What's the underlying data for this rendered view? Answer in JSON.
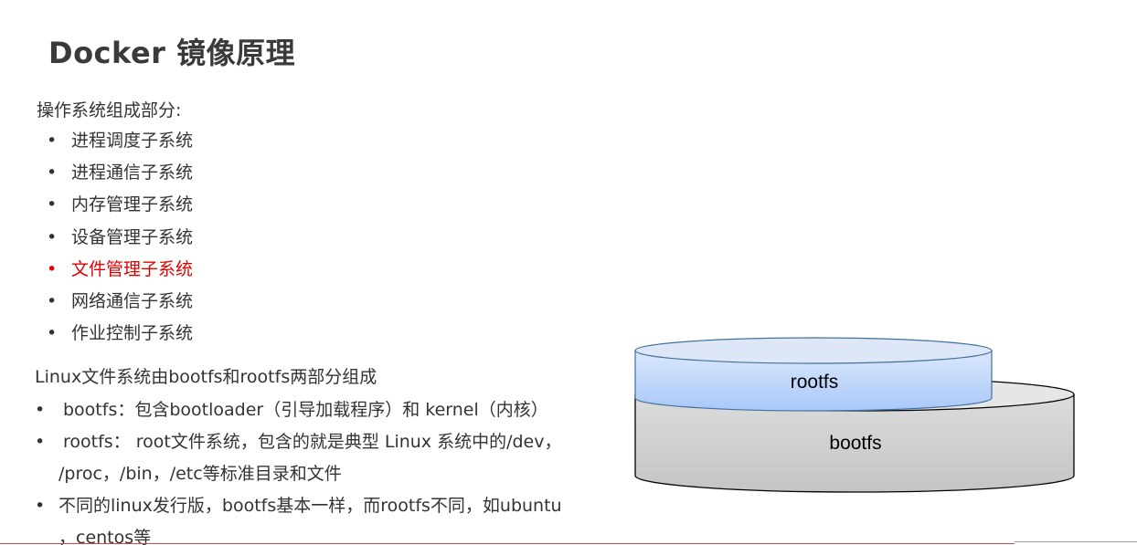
{
  "title": "Docker 镜像原理",
  "intro": "操作系统组成部分:",
  "bullet_glyph": "•",
  "subsystems": [
    {
      "label": "进程调度子系统",
      "highlighted": false
    },
    {
      "label": "进程通信子系统",
      "highlighted": false
    },
    {
      "label": "内存管理子系统",
      "highlighted": false
    },
    {
      "label": "设备管理子系统",
      "highlighted": false
    },
    {
      "label": "文件管理子系统",
      "highlighted": true
    },
    {
      "label": "网络通信子系统",
      "highlighted": false
    },
    {
      "label": "作业控制子系统",
      "highlighted": false
    }
  ],
  "fs_heading": "Linux文件系统由bootfs和rootfs两部分组成",
  "fs_points": [
    {
      "line1": "bootfs：包含bootloader（引导加载程序）和 kernel（内核）",
      "line2": ""
    },
    {
      "line1": "rootfs： root文件系统，包含的就是典型 Linux 系统中的/dev，",
      "line2": "/proc，/bin，/etc等标准目录和文件"
    },
    {
      "line1": "不同的linux发行版，bootfs基本一样，而rootfs不同，如ubuntu",
      "line2": "，centos等"
    }
  ],
  "diagram": {
    "top_layer": "rootfs",
    "bottom_layer": "bootfs"
  },
  "colors": {
    "highlight": "#e00000",
    "rootfs_fill_top": "#dce8fb",
    "rootfs_fill_bottom": "#a9c8fb",
    "bootfs_fill": "#d0d0d0",
    "accent_line": "#c0504d"
  }
}
